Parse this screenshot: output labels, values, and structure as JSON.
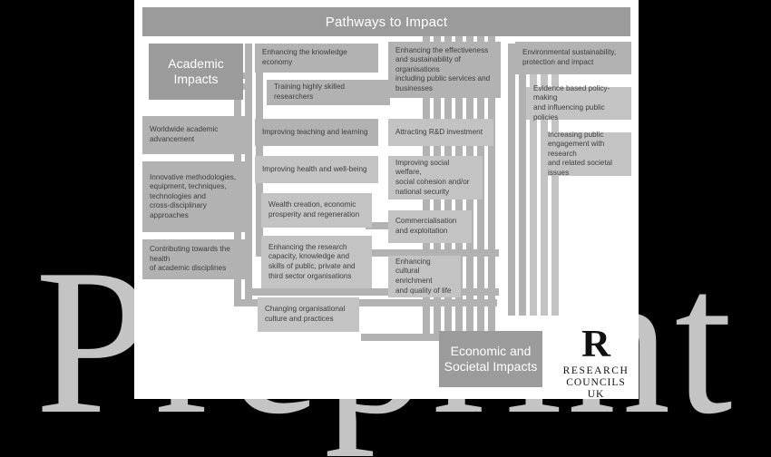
{
  "watermark": {
    "text": "Preprint"
  },
  "diagram": {
    "title": "Pathways to Impact",
    "anchors": {
      "academic": "Academic\nImpacts",
      "economic": "Economic and\nSocietal Impacts"
    },
    "column1": [
      {
        "label": "Worldwide academic\nadvancement"
      },
      {
        "label": "Innovative methodologies,\nequipment, techniques,\ntechnologies and\ncross-disciplinary\napproaches"
      },
      {
        "label": "Contributing towards the health\nof academic disciplines"
      }
    ],
    "column2": [
      {
        "label": "Enhancing the knowledge economy"
      },
      {
        "label": "Training highly skilled researchers"
      },
      {
        "label": "Improving teaching and learning"
      },
      {
        "label": "Improving health and well-being"
      },
      {
        "label": "Wealth creation, economic\nprosperity and regeneration"
      },
      {
        "label": "Enhancing the research\ncapacity, knowledge and\nskills of public, private and\nthird sector organisations"
      },
      {
        "label": "Changing organisational\nculture and practices"
      }
    ],
    "column3": [
      {
        "label": "Enhancing the effectiveness\nand sustainability of organisations\nincluding public services and\nbusinesses"
      },
      {
        "label": "Attracting R&D investment"
      },
      {
        "label": "Improving social welfare,\nsocial cohesion and/or\nnational security"
      },
      {
        "label": "Commercialisation\nand exploitation"
      },
      {
        "label": "Enhancing cultural\nenrichment\nand quality of life"
      }
    ],
    "column4": [
      {
        "label": "Environmental sustainability,\nprotection and impact"
      },
      {
        "label": "Evidence based policy-making\nand influencing public policies"
      },
      {
        "label": "Increasing public\nengagement with research\nand related societal issues"
      }
    ]
  },
  "logo": {
    "mark": "R",
    "line1": "RESEARCH",
    "line2": "COUNCILS UK"
  },
  "colors": {
    "canvas": "#ffffff",
    "backdrop": "#000000",
    "title_bar": "#9b9b9b",
    "box_mid": "#b2b2b2",
    "box_light": "#c3c3c3",
    "anchor": "#9b9b9b",
    "text_dark": "#3d3d3d",
    "text_light": "#ffffff",
    "watermark": "#c4c4c4"
  }
}
